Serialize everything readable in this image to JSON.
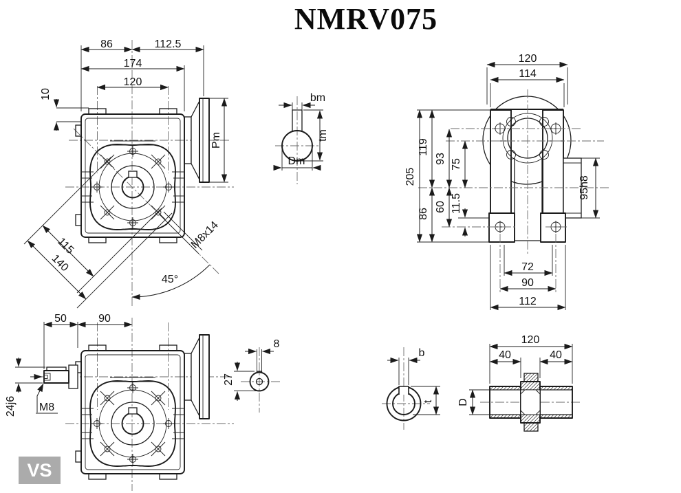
{
  "title": "NMRV075",
  "variant_badge": "VS",
  "views": {
    "front": {
      "dim_86": "86",
      "dim_112_5": "112.5",
      "dim_174": "174",
      "dim_120": "120",
      "dim_10": "10",
      "dim_pm": "Pm",
      "dim_115": "115",
      "dim_140": "140",
      "dim_45deg": "45°",
      "dim_m8x14": "M8x14"
    },
    "motor_bore": {
      "dim_bm": "bm",
      "dim_tm": "tm",
      "dim_dm": "Dm"
    },
    "side": {
      "dim_120": "120",
      "dim_114": "114",
      "dim_205": "205",
      "dim_119": "119",
      "dim_93": "93",
      "dim_75": "75",
      "dim_86": "86",
      "dim_60": "60",
      "dim_11_5": "11.5",
      "dim_95h8": "95h8",
      "dim_72": "72",
      "dim_90": "90",
      "dim_112": "112"
    },
    "vs_input": {
      "dim_50": "50",
      "dim_90": "90",
      "dim_24j6": "24j6",
      "dim_m8": "M8"
    },
    "worm_shaft_section": {
      "dim_8": "8",
      "dim_27": "27"
    },
    "output_bore_section": {
      "dim_b": "b",
      "dim_t": "t",
      "dim_d": "D"
    },
    "hollow_shaft": {
      "dim_120": "120",
      "dim_40_left": "40",
      "dim_40_right": "40"
    }
  }
}
